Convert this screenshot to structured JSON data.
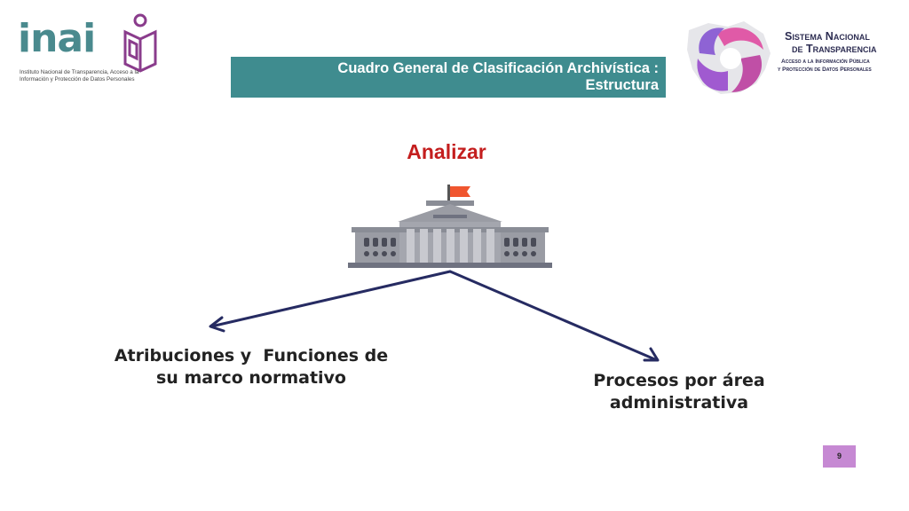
{
  "header": {
    "title_line1": "Cuadro General de Clasificación Archivística :",
    "title_line2": "Estructura"
  },
  "logos": {
    "inai": {
      "wordmark": "inai",
      "subtitle_line1": "Instituto Nacional de Transparencia, Acceso a la",
      "subtitle_line2": "Información y Protección de Datos Personales"
    },
    "snt": {
      "title_line1": "Sistema Nacional",
      "title_line2": "de Transparencia",
      "subtitle_line1": "Acceso a la Información Pública",
      "subtitle_line2": "y Protección de Datos Personales"
    }
  },
  "diagram": {
    "heading": "Analizar",
    "root_icon": "government-building-icon",
    "branches": [
      {
        "line1": "Atribuciones y  Funciones de",
        "line2": "su marco normativo"
      },
      {
        "line1": "Procesos por área",
        "line2": "administrativa"
      }
    ]
  },
  "page_number": "9",
  "colors": {
    "teal": "#3f8c8f",
    "heading_red": "#c41e1e",
    "arrow_navy": "#262b62",
    "badge_purple": "#c689d3",
    "flag_orange": "#f0562f"
  }
}
